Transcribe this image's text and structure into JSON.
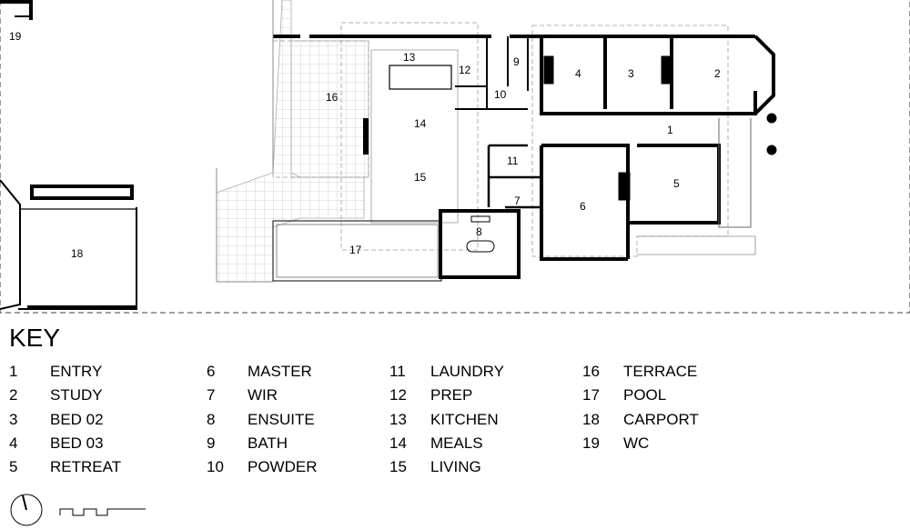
{
  "rooms": [
    {
      "num": "1"
    },
    {
      "num": "2"
    },
    {
      "num": "3"
    },
    {
      "num": "4"
    },
    {
      "num": "5"
    },
    {
      "num": "6"
    },
    {
      "num": "7"
    },
    {
      "num": "8"
    },
    {
      "num": "9"
    },
    {
      "num": "10"
    },
    {
      "num": "11"
    },
    {
      "num": "12"
    },
    {
      "num": "13"
    },
    {
      "num": "14"
    },
    {
      "num": "15"
    },
    {
      "num": "16"
    },
    {
      "num": "17"
    },
    {
      "num": "18"
    },
    {
      "num": "19"
    }
  ],
  "key": {
    "title": "KEY",
    "items": [
      {
        "num": "1",
        "label": "ENTRY"
      },
      {
        "num": "2",
        "label": "STUDY"
      },
      {
        "num": "3",
        "label": "BED 02"
      },
      {
        "num": "4",
        "label": "BED 03"
      },
      {
        "num": "5",
        "label": "RETREAT"
      },
      {
        "num": "6",
        "label": "MASTER"
      },
      {
        "num": "7",
        "label": "WIR"
      },
      {
        "num": "8",
        "label": "ENSUITE"
      },
      {
        "num": "9",
        "label": "BATH"
      },
      {
        "num": "10",
        "label": "POWDER"
      },
      {
        "num": "11",
        "label": "LAUNDRY"
      },
      {
        "num": "12",
        "label": "PREP"
      },
      {
        "num": "13",
        "label": "KITCHEN"
      },
      {
        "num": "14",
        "label": "MEALS"
      },
      {
        "num": "15",
        "label": "LIVING"
      },
      {
        "num": "16",
        "label": "TERRACE"
      },
      {
        "num": "17",
        "label": "POOL"
      },
      {
        "num": "18",
        "label": "CARPORT"
      },
      {
        "num": "19",
        "label": "WC"
      }
    ]
  },
  "icons": {
    "north": "north-arrow-icon",
    "scale": "scale-bar-icon"
  }
}
